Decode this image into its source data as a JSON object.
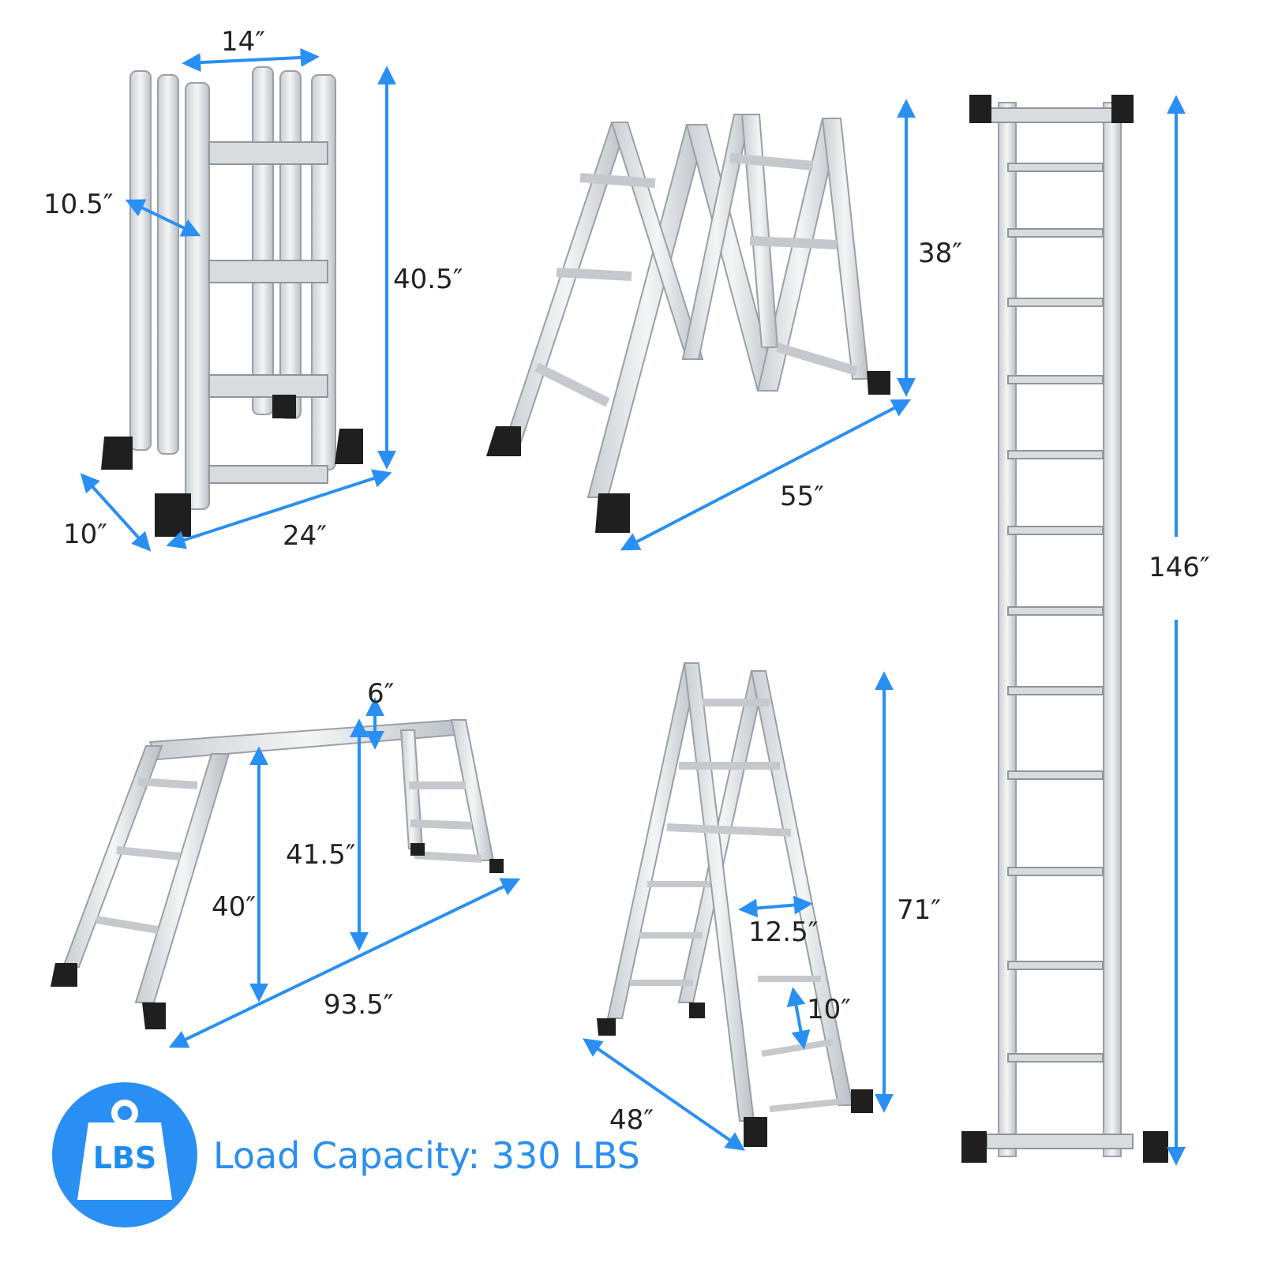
{
  "colors": {
    "accent": "#2a8ff2",
    "metal": "#e6e8ea",
    "metal_edge": "#9aa0a6",
    "foot": "#1f1f1f",
    "text": "#222222"
  },
  "folded_view": {
    "width": "14″",
    "depth_top": "10.5″",
    "height": "40.5″",
    "depth_base": "10″",
    "base_width": "24″"
  },
  "w_view": {
    "height": "38″",
    "length": "55″"
  },
  "extension_view": {
    "height": "146″"
  },
  "scaffold_view": {
    "top_gap": "6″",
    "inner_height": "41.5″",
    "leg_height": "40″",
    "length": "93.5″"
  },
  "a_frame_view": {
    "height": "71″",
    "rung_width": "12.5″",
    "rung_spacing": "10″",
    "base_length": "48″"
  },
  "load": {
    "badge_text": "LBS",
    "caption": "Load Capacity: 330 LBS",
    "icon": "weight-icon"
  }
}
